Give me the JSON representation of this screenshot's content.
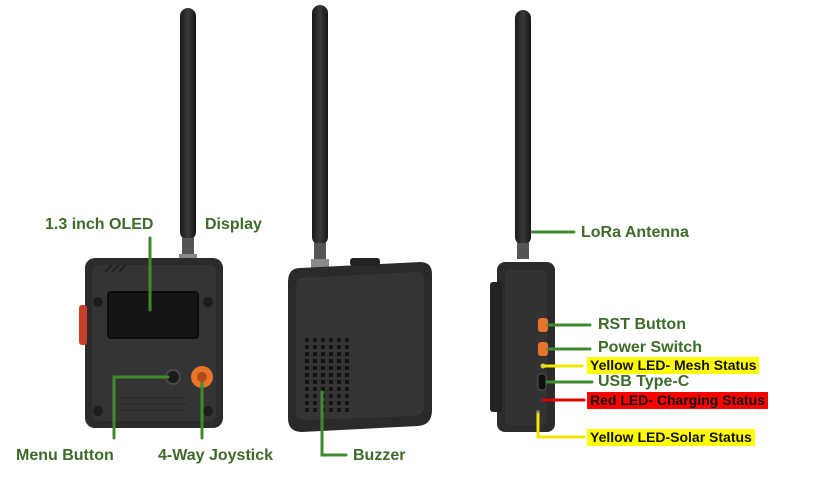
{
  "colors": {
    "label_green": "#3d6b29",
    "leader_green": "#3f8a2f",
    "leader_yellow": "#f2e600",
    "leader_red": "#e00000",
    "highlight_yellow": "#ffff00",
    "highlight_red": "#ff0000",
    "device_body": "#2b2b2d",
    "joystick_orange": "#e8732a"
  },
  "views": {
    "front": {
      "oled_label_part1": "1.3 inch OLED",
      "oled_label_part2": "Display",
      "menu_button": "Menu Button",
      "joystick": "4-Way Joystick"
    },
    "back": {
      "buzzer": "Buzzer"
    },
    "side": {
      "antenna": "LoRa Antenna",
      "rst_button": "RST Button",
      "power_switch": "Power Switch",
      "yellow_led_mesh": "Yellow LED- Mesh Status",
      "usb": "USB Type-C",
      "red_led_charging": "Red LED- Charging Status",
      "yellow_led_solar": "Yellow LED-Solar Status"
    }
  }
}
